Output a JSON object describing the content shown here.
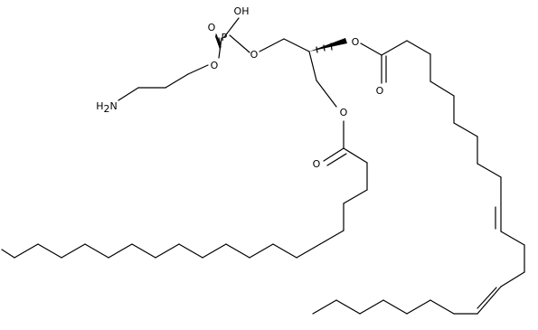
{
  "structure": {
    "kind": "skeletal-formula",
    "atom_labels": [
      {
        "id": "phosphorus",
        "text": "P"
      },
      {
        "id": "phosphate-oh",
        "text": "OH"
      },
      {
        "id": "phosphate-oxo",
        "text": "O"
      },
      {
        "id": "phosphate-ester-o-left",
        "text": "O"
      },
      {
        "id": "phosphate-ester-o-right",
        "text": "O"
      },
      {
        "id": "amine",
        "text": "H2N"
      },
      {
        "id": "ester-o-sn2",
        "text": "O"
      },
      {
        "id": "carbonyl-o-sn2",
        "text": "O"
      },
      {
        "id": "ester-o-sn1",
        "text": "O"
      },
      {
        "id": "carbonyl-o-sn1",
        "text": "O"
      }
    ],
    "stereo": {
      "sn2-center": "wedge"
    },
    "double_bonds_in_chain": 2
  }
}
